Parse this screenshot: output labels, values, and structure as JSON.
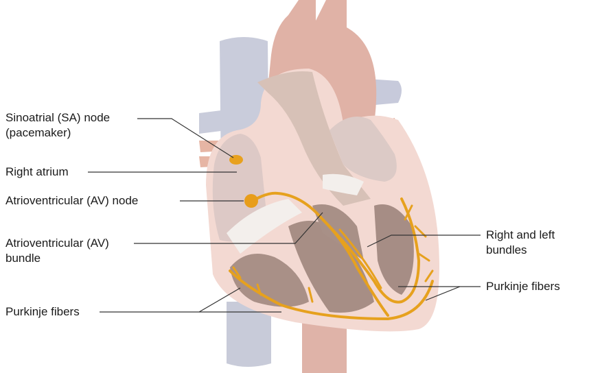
{
  "diagram": {
    "subject": "Cardiac conduction system",
    "colors": {
      "background": "#ffffff",
      "vein_blue": "#c9ccdb",
      "artery_pink": "#e3b2a6",
      "chamber_wall": "#f2d7d0",
      "chamber_inner": "#d9c6c2",
      "muscle_brown": "#a88f86",
      "valve_white": "#f3efec",
      "conduction_orange": "#e8a421",
      "leader_line": "#333333"
    },
    "labels": {
      "sa_node_line1": "Sinoatrial (SA) node",
      "sa_node_line2": "(pacemaker)",
      "right_atrium": "Right atrium",
      "av_node": "Atrioventricular (AV) node",
      "av_bundle_line1": "Atrioventricular (AV)",
      "av_bundle_line2": "bundle",
      "purkinje_left": "Purkinje fibers",
      "bundles_line1": "Right and left",
      "bundles_line2": "bundles",
      "purkinje_right": "Purkinje fibers"
    }
  }
}
